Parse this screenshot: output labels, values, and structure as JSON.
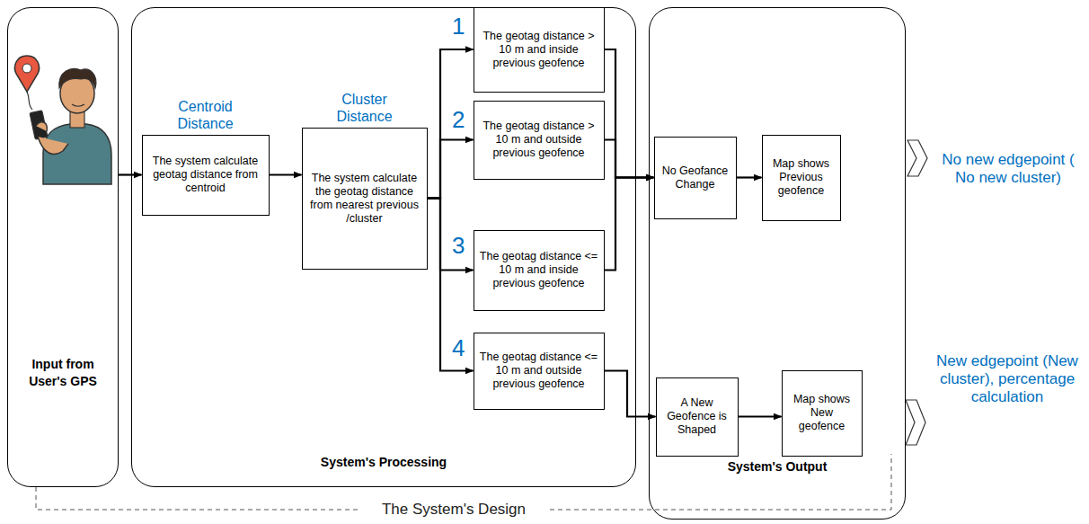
{
  "diagram": {
    "nodes": [
      {
        "text": [
          "Input from User's GPS"
        ]
      },
      {
        "text": [
          "System's Processing"
        ]
      },
      {
        "text": [
          "System's Output"
        ]
      },
      {
        "text": [
          "Centroid Distance",
          "The system calculate geotag distance from centroid"
        ],
        "in": 1
      },
      {
        "text": [
          "Cluster Distance",
          "The system calculate the geotag distance from nearest previous /cluster"
        ],
        "in": 1
      },
      {
        "text": [
          "The geotag distance > 10 m and inside previous geofence"
        ],
        "in": 1
      },
      {
        "text": [
          "The geotag distance > 10 m and outside previous geofence"
        ],
        "in": 1
      },
      {
        "text": [
          "The geotag distance <= 10 m and inside previous geofence"
        ],
        "in": 1
      },
      {
        "text": [
          "The geotag distance <= 10 m and outside previous geofence"
        ],
        "in": 1
      },
      {
        "text": [
          "No Geofance Change"
        ],
        "in": 2
      },
      {
        "text": [
          "Map shows Previous geofence"
        ],
        "in": 2
      },
      {
        "text": [
          "A New Geofence is Shaped"
        ],
        "in": 2
      },
      {
        "text": [
          "Map shows New geofence"
        ],
        "in": 2
      }
    ],
    "edges": [
      {
        "from": 0,
        "to": 3,
        "arrow": "to"
      },
      {
        "from": 3,
        "to": 4,
        "arrow": "to"
      },
      {
        "from": 4,
        "to": 5,
        "arrow": "to"
      },
      {
        "from": 4,
        "to": 6,
        "arrow": "to"
      },
      {
        "from": 4,
        "to": 7,
        "arrow": "to"
      },
      {
        "from": 4,
        "to": 8,
        "arrow": "to"
      },
      {
        "from": 5,
        "to": 9,
        "arrow": "to"
      },
      {
        "from": 6,
        "to": 9,
        "arrow": "to"
      },
      {
        "from": 7,
        "to": 9,
        "arrow": "to"
      },
      {
        "from": 8,
        "to": 11,
        "arrow": "to"
      },
      {
        "from": 9,
        "to": 10,
        "arrow": "to"
      },
      {
        "from": 11,
        "to": 12,
        "arrow": "to"
      }
    ],
    "labels": [
      "1",
      "2",
      "3",
      "4",
      "No new edgepoint ( No new cluster)",
      "New edgepoint (New cluster), percentage calculation",
      "The System's Design"
    ]
  }
}
